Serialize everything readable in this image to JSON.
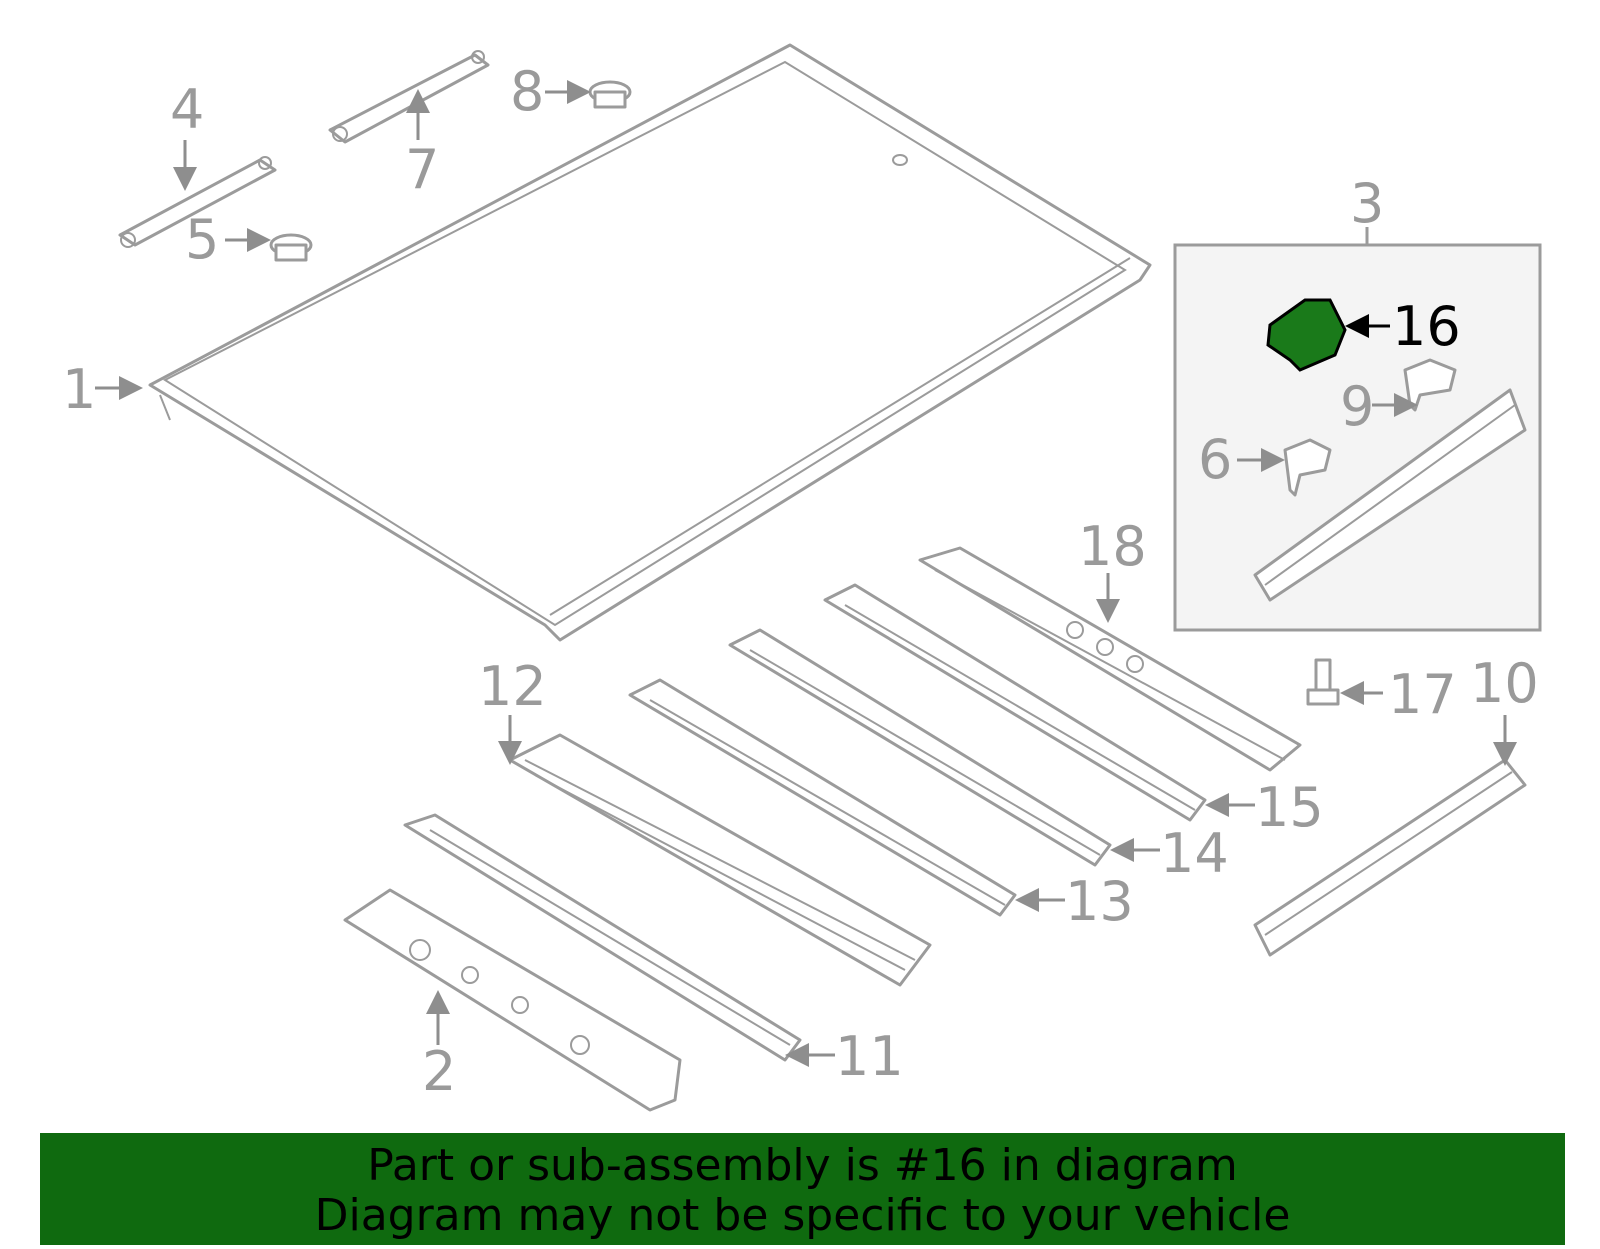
{
  "diagram": {
    "highlight_color": "#1a7a1a",
    "line_color": "#9b9b9b",
    "callouts": {
      "c1": "1",
      "c2": "2",
      "c3": "3",
      "c4": "4",
      "c5": "5",
      "c6": "6",
      "c7": "7",
      "c8": "8",
      "c9": "9",
      "c10": "10",
      "c11": "11",
      "c12": "12",
      "c13": "13",
      "c14": "14",
      "c15": "15",
      "c16": "16",
      "c17": "17",
      "c18": "18"
    },
    "highlighted_part": "16"
  },
  "banner": {
    "background": "#0f6a0f",
    "line1": "Part or sub-assembly is #16 in diagram",
    "line2": "Diagram may not be specific to your vehicle"
  }
}
